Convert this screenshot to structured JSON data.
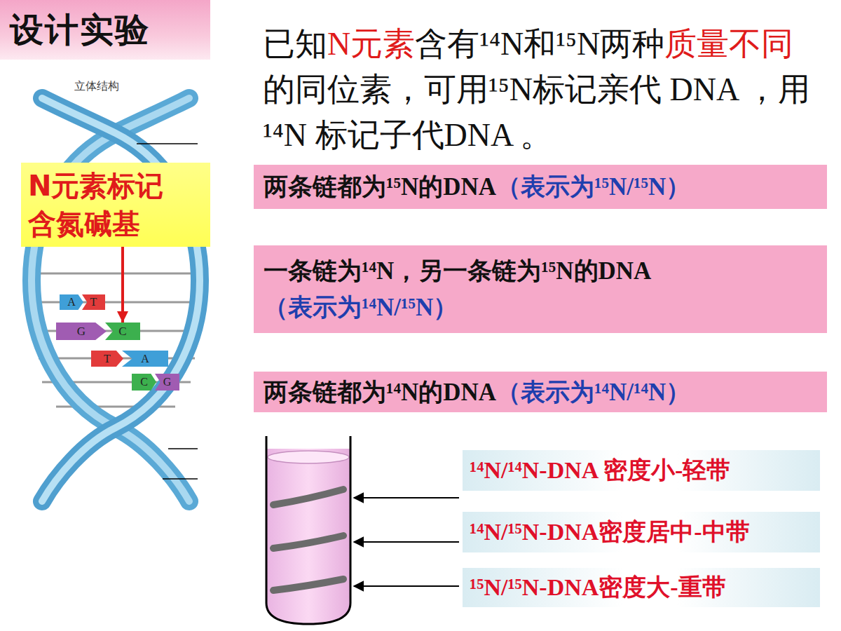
{
  "diagram": {
    "title": "设计实验",
    "nodes": [
      {
        "text": [
          "N元素标记 含氮碱基"
        ]
      },
      {
        "text": [
          "A"
        ]
      },
      {
        "text": [
          "T"
        ]
      },
      {
        "text": [
          "G"
        ]
      },
      {
        "text": [
          "C"
        ]
      },
      {
        "text": [
          "T"
        ]
      },
      {
        "text": [
          "A"
        ]
      },
      {
        "text": [
          "C"
        ]
      },
      {
        "text": [
          "G"
        ]
      },
      {
        "text": [
          "两条链都为¹⁵N的DNA",
          "（表示为¹⁵N/¹⁵N）"
        ]
      },
      {
        "text": [
          "一条链为¹⁴N，另一条链为¹⁵N的DNA",
          "（表示为¹⁴N/¹⁵N）"
        ]
      },
      {
        "text": [
          "两条链都为¹⁴N的DNA",
          "（表示为¹⁴N/¹⁴N）"
        ]
      },
      {
        "text": [
          "¹⁴N/¹⁴N-DNA 密度小-轻带"
        ]
      },
      {
        "text": [
          "¹⁴N/¹⁵N-DNA密度居中-中带"
        ]
      },
      {
        "text": [
          "¹⁵N/¹⁵N-DNA密度大-重带"
        ]
      }
    ],
    "edges": [
      {
        "from": 0,
        "to": 4,
        "arrow": "to"
      }
    ],
    "labels": [
      "立体结构",
      "已知",
      "N元素",
      "含有¹⁴N和¹⁵N两种",
      "质量不同",
      "的同位素，可用¹⁵N标记亲代 DNA ，用¹⁴N 标记子代DNA 。"
    ]
  }
}
